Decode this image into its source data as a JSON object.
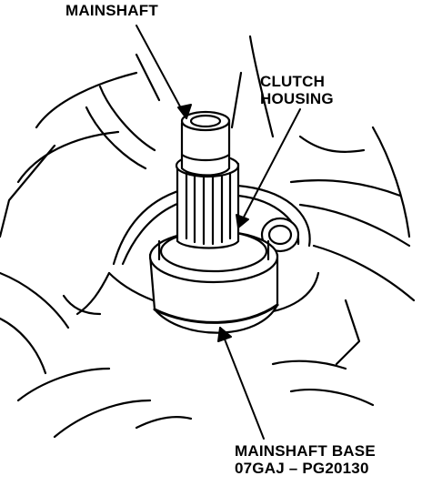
{
  "labels": {
    "mainshaft": "MAINSHAFT",
    "clutch_housing_line1": "CLUTCH",
    "clutch_housing_line2": "HOUSING",
    "mainshaft_base_line1": "MAINSHAFT BASE",
    "mainshaft_base_line2": "07GAJ – PG20130"
  },
  "colors": {
    "ink": "#000000",
    "paper": "#ffffff"
  }
}
